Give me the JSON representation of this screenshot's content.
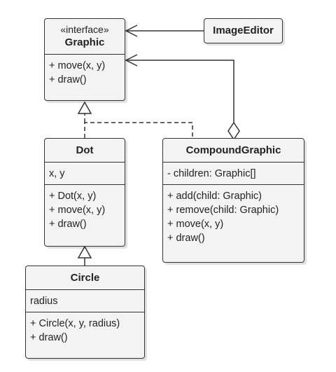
{
  "diagram": {
    "graphic": {
      "stereotype": "«interface»",
      "name": "Graphic",
      "methods": [
        "+ move(x, y)",
        "+ draw()"
      ]
    },
    "image_editor": {
      "name": "ImageEditor"
    },
    "dot": {
      "name": "Dot",
      "fields": [
        "x, y"
      ],
      "methods": [
        "+ Dot(x, y)",
        "+ move(x, y)",
        "+ draw()"
      ]
    },
    "compound_graphic": {
      "name": "CompoundGraphic",
      "fields": [
        "- children: Graphic[]"
      ],
      "methods": [
        "+ add(child: Graphic)",
        "+ remove(child: Graphic)",
        "+ move(x, y)",
        "+ draw()"
      ]
    },
    "circle": {
      "name": "Circle",
      "fields": [
        "radius"
      ],
      "methods": [
        "+ Circle(x, y, radius)",
        "+ draw()"
      ]
    }
  },
  "colors": {
    "box_fill": "#f3f3f3",
    "stroke": "#333333",
    "text": "#222222"
  }
}
